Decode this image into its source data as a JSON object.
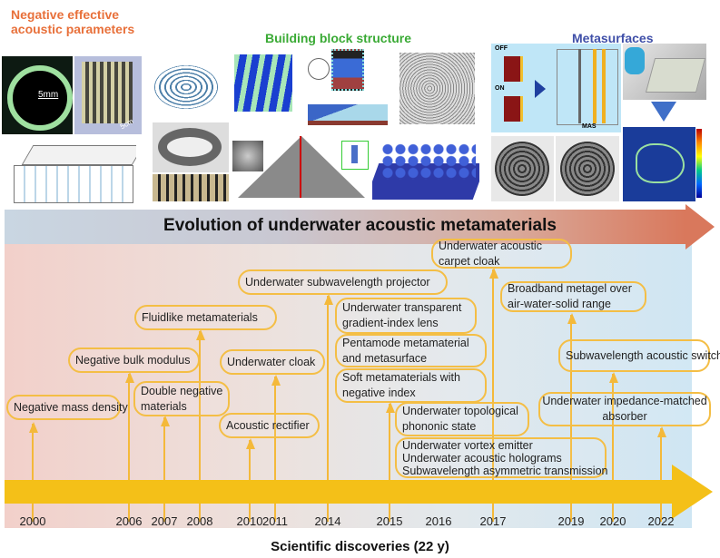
{
  "headers": {
    "negative": [
      "Negative effective",
      "acoustic parameters"
    ],
    "building": "Building block structure",
    "metasurfaces": "Metasurfaces"
  },
  "image_labels": {
    "ring_scale": "5mm",
    "cube_scale": "5cm",
    "off": "OFF",
    "on": "ON",
    "mas": "MAS"
  },
  "colors": {
    "negative": "#e8703a",
    "building": "#3aaa35",
    "metasurfaces": "#3f4fa8",
    "timeline": "#f4c018",
    "box_border": "#f4be45"
  },
  "banner": {
    "title": "Evolution of underwater acoustic metamaterials"
  },
  "years": [
    "2000",
    "2006",
    "2007",
    "2008",
    "2010",
    "2011",
    "2014",
    "2015",
    "2016",
    "2017",
    "2019",
    "2020",
    "2022"
  ],
  "events": [
    {
      "year": "2000",
      "lines": [
        "Negative mass density"
      ]
    },
    {
      "year": "2006",
      "lines": [
        "Negative bulk modulus"
      ]
    },
    {
      "year": "2007",
      "lines": [
        "Double negative",
        "materials"
      ]
    },
    {
      "year": "2008",
      "lines": [
        "Fluidlike metamaterials"
      ]
    },
    {
      "year": "2010",
      "lines": [
        "Acoustic rectifier"
      ]
    },
    {
      "year": "2011",
      "lines": [
        "Underwater cloak"
      ]
    },
    {
      "year": "2014",
      "lines": [
        "Underwater subwavelength projector"
      ]
    },
    {
      "year": "2015",
      "lines": [
        "Underwater transparent",
        "gradient-index lens"
      ]
    },
    {
      "year": "2015",
      "lines": [
        "Pentamode metamaterial",
        "and metasurface"
      ]
    },
    {
      "year": "2015",
      "lines": [
        "Soft metamaterials with",
        "negative index"
      ]
    },
    {
      "year": "2016",
      "lines": [
        "Underwater topological",
        "phononic state"
      ]
    },
    {
      "year": "2016",
      "lines": [
        "Underwater vortex emitter",
        "Underwater acoustic holograms",
        "Subwavelength asymmetric transmission"
      ]
    },
    {
      "year": "2017",
      "lines": [
        "Underwater acoustic",
        "carpet cloak"
      ]
    },
    {
      "year": "2019",
      "lines": [
        "Broadband metagel over",
        "air-water-solid range"
      ]
    },
    {
      "year": "2020",
      "lines": [
        "Subwavelength acoustic switch"
      ]
    },
    {
      "year": "2022",
      "lines": [
        "Underwater impedance-matched",
        "absorber"
      ]
    }
  ],
  "footer": "Scientific discoveries (22 y)"
}
